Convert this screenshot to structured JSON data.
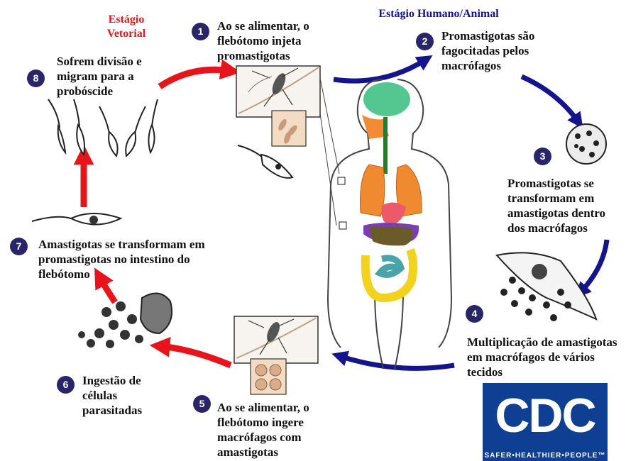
{
  "stages": {
    "vector": "Estágio Vetorial",
    "human": "Estágio Humano/Animal"
  },
  "steps": [
    {
      "num": "1",
      "text": "Ao se alimentar, o flebótomo injeta promastigotas"
    },
    {
      "num": "2",
      "text": "Promastigotas são fagocitadas pelos macrófagos"
    },
    {
      "num": "3",
      "text": "Promastigotas se transformam em amastigotas dentro dos macrófagos"
    },
    {
      "num": "4",
      "text": "Multiplicação de amastigotas em macrófagos de vários tecidos"
    },
    {
      "num": "5",
      "text": "Ao se alimentar, o flebótomo ingere macrófagos com amastigotas"
    },
    {
      "num": "6",
      "text": "Ingestão de células parasitadas"
    },
    {
      "num": "7",
      "text": "Amastigotas se transformam em promastigotas no intestino do flebótomo"
    },
    {
      "num": "8",
      "text": "Sofrem divisão e migram para a probóscide"
    }
  ],
  "logo": {
    "text": "CDC",
    "tagline": "SAFER•HEALTHIER•PEOPLE™"
  },
  "colors": {
    "vector_arrow": "#e8141b",
    "human_arrow": "#14148c",
    "step_badge": "#2a2468",
    "cdc_blue": "#0f3f92"
  }
}
